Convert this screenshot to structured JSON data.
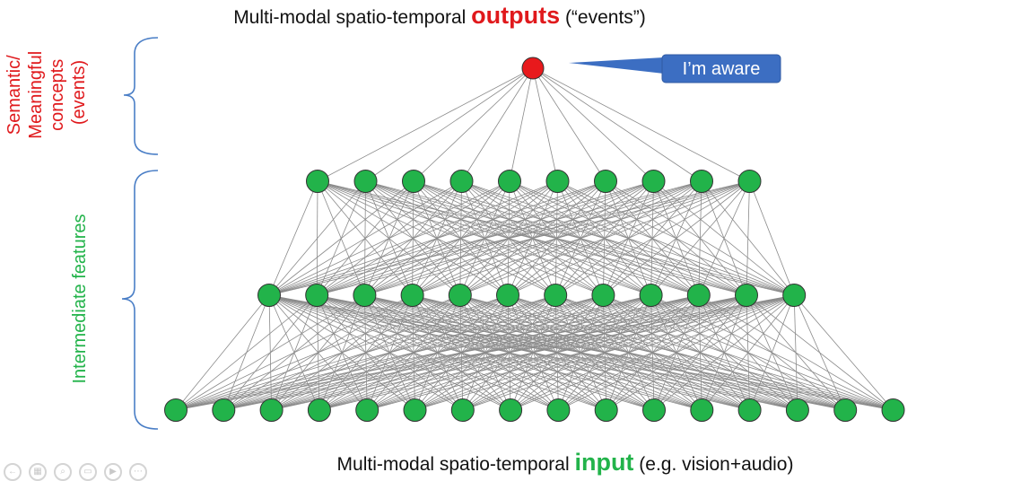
{
  "top_title": {
    "before": "Multi-modal spatio-temporal ",
    "highlight": "outputs",
    "after": " (“events”)",
    "highlight_color": "#e0191c"
  },
  "bottom_title": {
    "before": "Multi-modal spatio-temporal ",
    "highlight": "input",
    "after": " (e.g. vision+audio)",
    "highlight_color": "#22b34a"
  },
  "callout": {
    "label": "I’m aware",
    "fill": "#3c6ec2",
    "text_color": "#ffffff"
  },
  "brace_labels": {
    "semantic_lines": [
      "Semantic/",
      "Meaningful",
      "concepts",
      "(events)"
    ],
    "semantic_color": "#e0191c",
    "intermediate": "Intermediate features",
    "intermediate_color": "#22b34a",
    "brace_color": "#4a7ec6"
  },
  "network": {
    "layers": [
      {
        "name": "output",
        "count": 1,
        "color": "#e8191c"
      },
      {
        "name": "hidden-2",
        "count": 10,
        "color": "#22b34a"
      },
      {
        "name": "hidden-1",
        "count": 12,
        "color": "#22b34a"
      },
      {
        "name": "input",
        "count": 16,
        "color": "#22b34a"
      }
    ],
    "edge_color": "#8a8a8a",
    "node_stroke": "#333333"
  },
  "toolbar": {
    "buttons": [
      {
        "name": "back-icon",
        "glyph": "←"
      },
      {
        "name": "slides-icon",
        "glyph": "▦"
      },
      {
        "name": "zoom-icon",
        "glyph": "⌕"
      },
      {
        "name": "screen-icon",
        "glyph": "▭"
      },
      {
        "name": "video-icon",
        "glyph": "▶"
      },
      {
        "name": "more-icon",
        "glyph": "⋯"
      }
    ]
  }
}
